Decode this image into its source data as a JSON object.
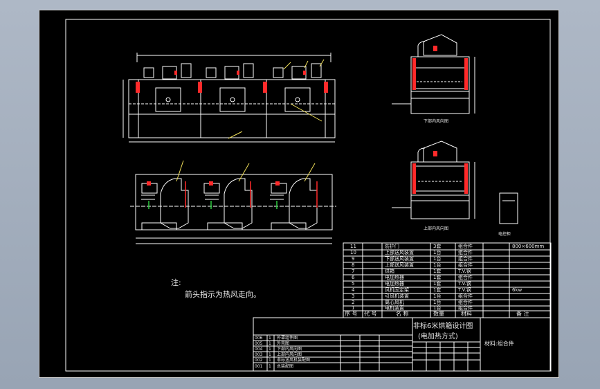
{
  "colors": {
    "background": "#a9b4c2",
    "sheet": "#000000",
    "line": "#ffffff",
    "red": "#ff2a2a",
    "green": "#2ecc40",
    "yellow": "#f1e05a"
  },
  "note": {
    "title": "注:",
    "text": "箭头指示为热风走向。"
  },
  "section_labels": {
    "upper": "下部内风向图",
    "lower": "上部内风向图",
    "side_label": "电控柜"
  },
  "parts_header": [
    "序 号",
    "代 号",
    "名 称",
    "数量",
    "材料",
    "备 注"
  ],
  "parts": [
    {
      "no": "11",
      "name": "防护门",
      "qty": "3套",
      "material": "组合件",
      "note": "800×600mm"
    },
    {
      "no": "10",
      "name": "上部送风装置",
      "qty": "1台",
      "material": "组合件",
      "note": ""
    },
    {
      "no": "9",
      "name": "下部送风装置",
      "qty": "1台",
      "material": "组合件",
      "note": ""
    },
    {
      "no": "8",
      "name": "上部送风装置",
      "qty": "1台",
      "material": "组合件",
      "note": ""
    },
    {
      "no": "7",
      "name": "烘箱",
      "qty": "1套",
      "material": "T.V.钢",
      "note": ""
    },
    {
      "no": "6",
      "name": "电加热器",
      "qty": "1套",
      "material": "组合件",
      "note": ""
    },
    {
      "no": "5",
      "name": "电加热器",
      "qty": "1套",
      "material": "T.V.钢",
      "note": ""
    },
    {
      "no": "4",
      "name": "风机固定架",
      "qty": "1套",
      "material": "T.V.钢",
      "note": "6kw"
    },
    {
      "no": "3",
      "name": "引风机装置",
      "qty": "1台",
      "material": "组合件",
      "note": ""
    },
    {
      "no": "2",
      "name": "离心风机",
      "qty": "1台",
      "material": "组合件",
      "note": ""
    },
    {
      "no": "1",
      "name": "电机装置",
      "qty": "1台",
      "material": "组合件",
      "note": ""
    }
  ],
  "title_block": {
    "title": "非标6米烘箱设计图",
    "subtitle": "(电加热方式)",
    "material": "材料:组合件"
  },
  "sub_table": [
    {
      "code": "006",
      "no": "1",
      "name": "外罩组件图"
    },
    {
      "code": "005",
      "no": "1",
      "name": "外壳图"
    },
    {
      "code": "004",
      "no": "1",
      "name": "下部内风向图"
    },
    {
      "code": "003",
      "no": "1",
      "name": "上部内风向图"
    },
    {
      "code": "002",
      "no": "1",
      "name": "非标送风机装配图"
    },
    {
      "code": "001",
      "no": "1",
      "name": "总装配图"
    }
  ]
}
